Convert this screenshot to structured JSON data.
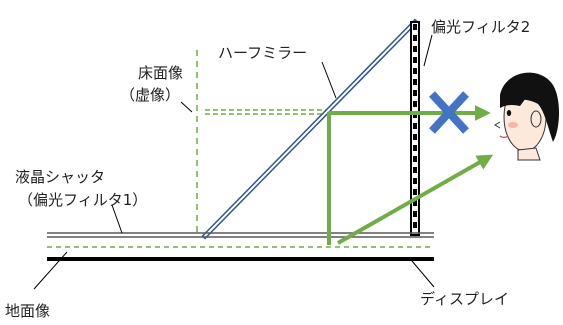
{
  "labels": {
    "half_mirror": "ハーフミラー",
    "polarizer_2": "偏光フィルタ2",
    "floor_image_line1": "床面像",
    "floor_image_line2": "（虚像）",
    "lc_shutter_line1": "液晶シャッタ",
    "lc_shutter_line2": "（偏光フィルタ1）",
    "display": "ディスプレイ",
    "ground_image": "地面像"
  },
  "colors": {
    "light_ray": "#70ad47",
    "blocked_mark": "#4472c4",
    "mirror_outline": "#2f5597",
    "shutter": "#595959",
    "display": "#000000",
    "face_skin": "#fde9dc",
    "face_blush": "#f6b5a8",
    "hair": "#111111"
  },
  "icons": {
    "blocked": "cross-mark-icon",
    "viewer": "viewer-face-icon"
  }
}
